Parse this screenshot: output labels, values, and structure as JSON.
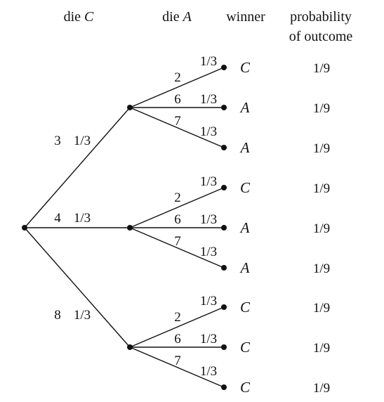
{
  "headers": {
    "die_c": {
      "prefix": "die ",
      "letter": "C"
    },
    "die_a": {
      "prefix": "die ",
      "letter": "A"
    },
    "winner": "winner",
    "probability_line1": "probability",
    "probability_line2": "of outcome"
  },
  "first_level": [
    {
      "value": "3",
      "prob": "1/3"
    },
    {
      "value": "4",
      "prob": "1/3"
    },
    {
      "value": "8",
      "prob": "1/3"
    }
  ],
  "second_level": {
    "values": [
      "2",
      "6",
      "7"
    ],
    "prob": "1/3"
  },
  "outcomes": [
    {
      "winner": "C",
      "probability": "1/9"
    },
    {
      "winner": "A",
      "probability": "1/9"
    },
    {
      "winner": "A",
      "probability": "1/9"
    },
    {
      "winner": "C",
      "probability": "1/9"
    },
    {
      "winner": "A",
      "probability": "1/9"
    },
    {
      "winner": "A",
      "probability": "1/9"
    },
    {
      "winner": "C",
      "probability": "1/9"
    },
    {
      "winner": "C",
      "probability": "1/9"
    },
    {
      "winner": "C",
      "probability": "1/9"
    }
  ]
}
